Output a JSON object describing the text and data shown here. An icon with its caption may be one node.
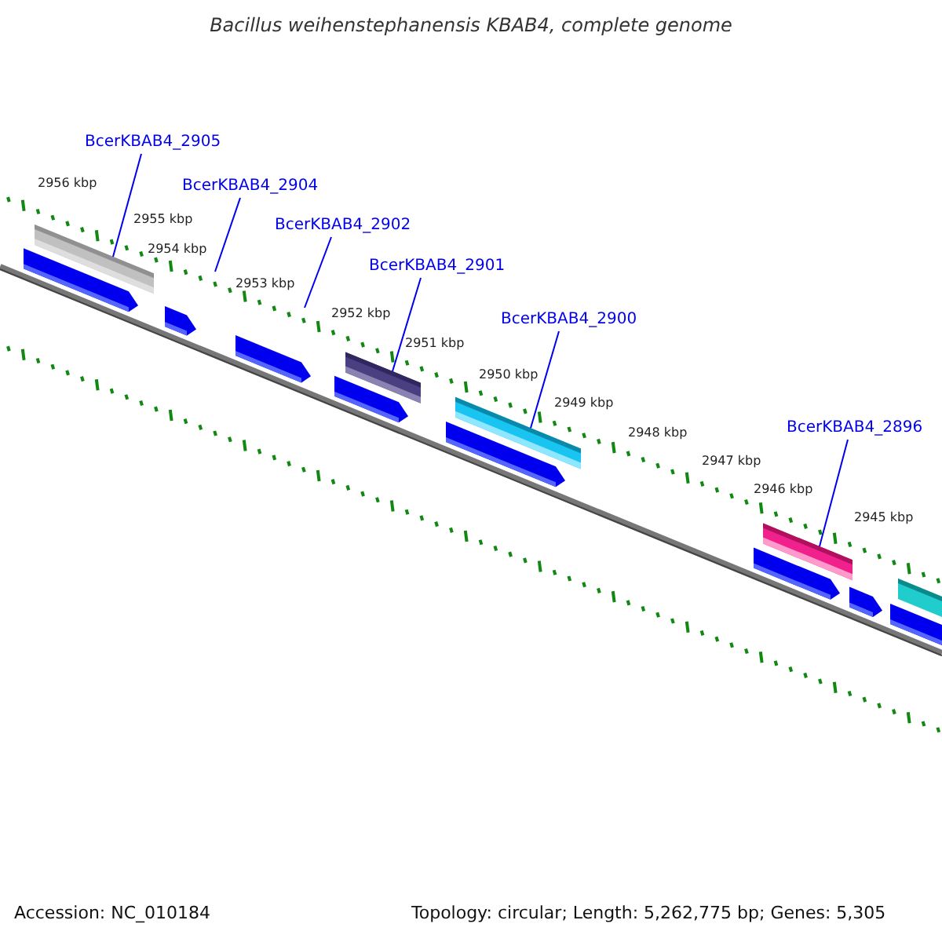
{
  "diagram": {
    "title": "Bacillus weihenstephanensis KBAB4, complete genome",
    "nodes": [
      {
        "text": [
          "BcerKBAB4_2905"
        ]
      },
      {
        "text": [],
        "shape": "bar"
      },
      {
        "text": [
          "BcerKBAB4_2904"
        ]
      },
      {
        "text": [
          "BcerKBAB4_2902"
        ]
      },
      {
        "text": [
          "BcerKBAB4_2901"
        ]
      },
      {
        "text": [],
        "shape": "bar"
      },
      {
        "text": [
          "BcerKBAB4_2900"
        ]
      },
      {
        "text": [],
        "shape": "bar"
      },
      {
        "text": [
          "BcerKBAB4_2896"
        ]
      },
      {
        "text": [],
        "shape": "bar"
      }
    ],
    "edges": [
      {
        "from": 0,
        "to": 1,
        "arrow": "none"
      },
      {
        "from": 2,
        "to": null,
        "arrow": "none"
      },
      {
        "from": 3,
        "to": null,
        "arrow": "none"
      },
      {
        "from": 4,
        "to": 5,
        "arrow": "none"
      },
      {
        "from": 6,
        "to": 7,
        "arrow": "none"
      },
      {
        "from": 8,
        "to": 9,
        "arrow": "none"
      }
    ],
    "labels": [
      "2956 kbp",
      "2955 kbp",
      "2954 kbp",
      "2953 kbp",
      "2952 kbp",
      "2951 kbp",
      "2950 kbp",
      "2949 kbp",
      "2948 kbp",
      "2947 kbp",
      "2946 kbp",
      "2945 kbp",
      "Accession: NC_010184",
      "Topology: circular; Length: 5,262,775 bp; Genes: 5,305"
    ]
  }
}
